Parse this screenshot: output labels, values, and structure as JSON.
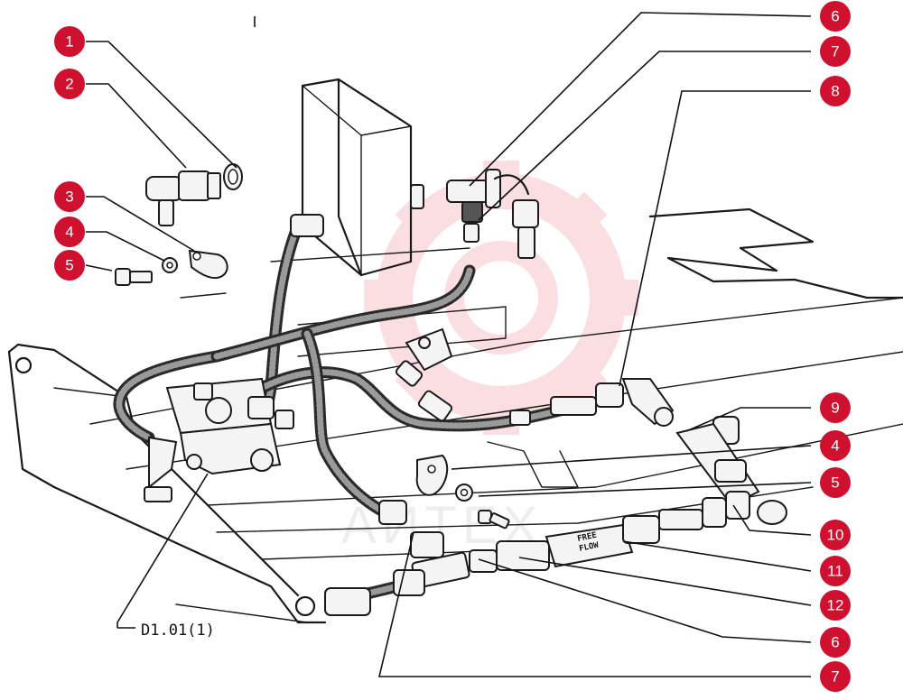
{
  "diagram": {
    "reference_code": "D1.01(1)",
    "flow_label_line1": "FREE",
    "flow_label_line2": "FLOW",
    "callouts": [
      {
        "label": "1"
      },
      {
        "label": "2"
      },
      {
        "label": "3"
      },
      {
        "label": "4"
      },
      {
        "label": "5"
      },
      {
        "label": "6"
      },
      {
        "label": "7"
      },
      {
        "label": "8"
      },
      {
        "label": "9"
      },
      {
        "label": "4"
      },
      {
        "label": "5"
      },
      {
        "label": "10"
      },
      {
        "label": "11"
      },
      {
        "label": "12"
      },
      {
        "label": "6"
      },
      {
        "label": "7"
      }
    ],
    "badge_color": "#d0102f",
    "watermark_color": "#f4b8bd"
  }
}
